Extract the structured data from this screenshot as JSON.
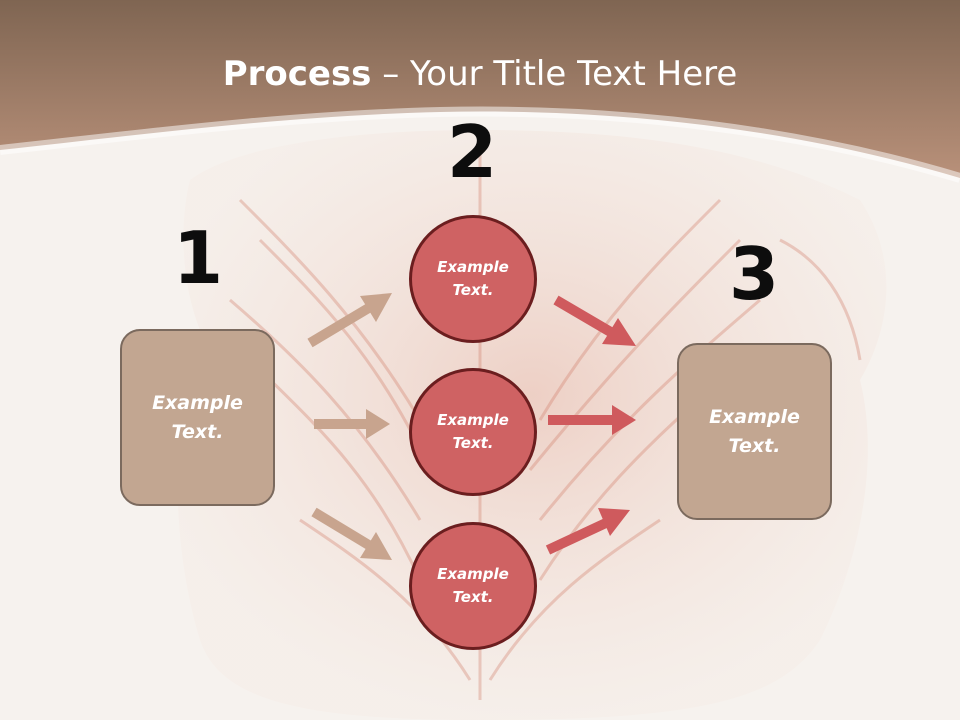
{
  "title": {
    "bold": "Process",
    "rest": " – Your Title Text Here"
  },
  "steps": [
    {
      "number": "1",
      "text": "Example Text."
    },
    {
      "number": "2",
      "text": ""
    },
    {
      "number": "3",
      "text": "Example Text."
    }
  ],
  "circles": [
    {
      "text": "Example Text."
    },
    {
      "text": "Example Text."
    },
    {
      "text": "Example Text."
    }
  ],
  "colors": {
    "header": "#9c7760",
    "box_fill": "#c2a691",
    "circle_fill": "#cf6263",
    "circle_border": "#6b1e1f",
    "arrow_tan": "#c8a48e",
    "arrow_red": "#cf5a5d"
  }
}
